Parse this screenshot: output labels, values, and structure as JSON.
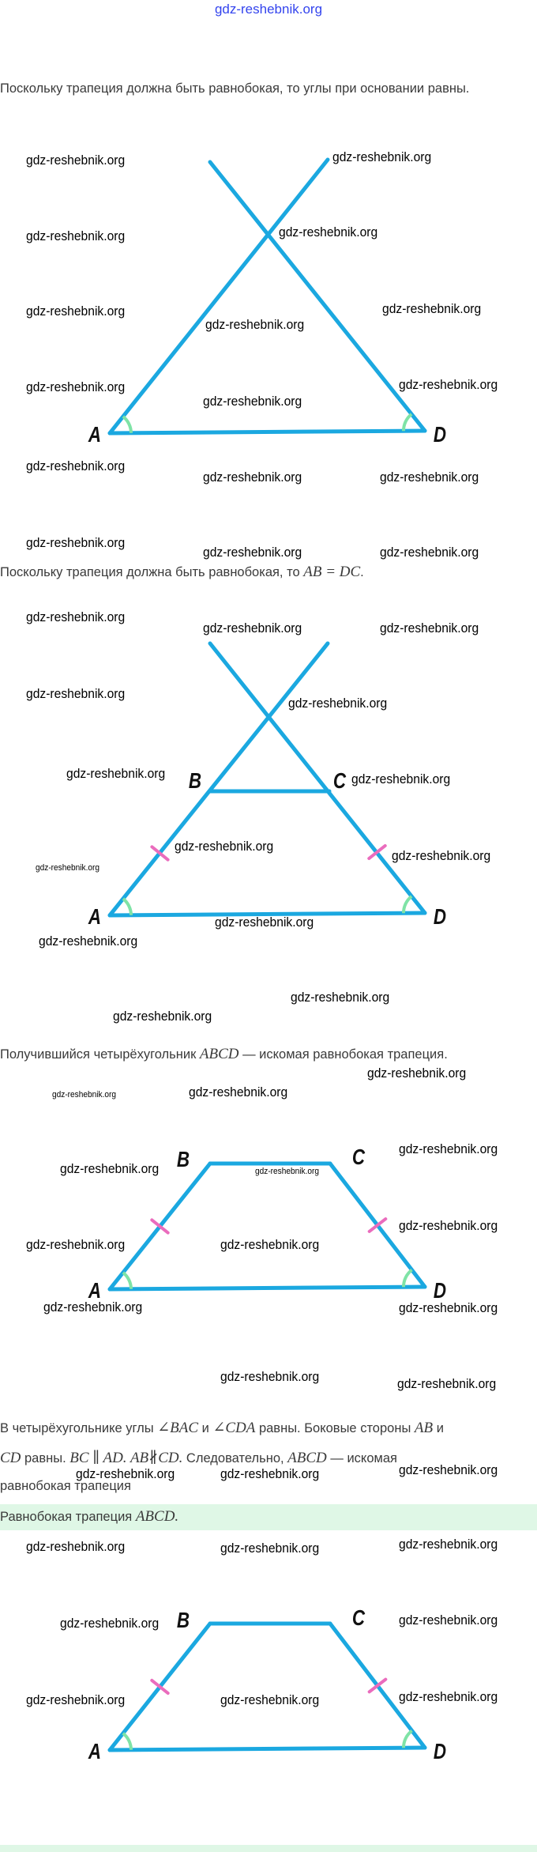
{
  "header": {
    "watermark_link": "gdz-reshebnik.org"
  },
  "watermark": "gdz-reshebnik.org",
  "steps": [
    {
      "text": "Поскольку трапеция должна быть равнобокая, то углы при основании равны."
    },
    {
      "text_pre": "Поскольку трапеция должна быть равнобокая, то ",
      "math": "AB = DC",
      "text_post": "."
    },
    {
      "text_pre": "Получившийся четырёхугольник ",
      "math": "ABCD",
      "text_post": " — искомая равнобокая трапеция."
    },
    {
      "line1": [
        {
          "t": "В четырёхугольнике углы "
        },
        {
          "m": "∠BAC"
        },
        {
          "t": " и "
        },
        {
          "m": "∠CDA"
        },
        {
          "t": " равны. Боковые стороны "
        },
        {
          "m": "AB"
        },
        {
          "t": " и"
        }
      ],
      "line2": [
        {
          "m": "CD"
        },
        {
          "t": " равны. "
        },
        {
          "m": "BC ∥ AD. AB∦CD."
        },
        {
          "t": " Следовательно, "
        },
        {
          "m": "ABCD"
        },
        {
          "t": " — искомая"
        }
      ],
      "line3": "равнобокая трапеция"
    }
  ],
  "answer": {
    "text": "Равнобокая трапеция ",
    "math": "ABCD."
  },
  "labels": {
    "A": "A",
    "B": "B",
    "C": "C",
    "D": "D"
  },
  "colors": {
    "line": "#1ba8e0",
    "angle": "#7fe3a6",
    "tick": "#ea6cbd",
    "band": "#dff7e6",
    "link": "#3344ee"
  }
}
